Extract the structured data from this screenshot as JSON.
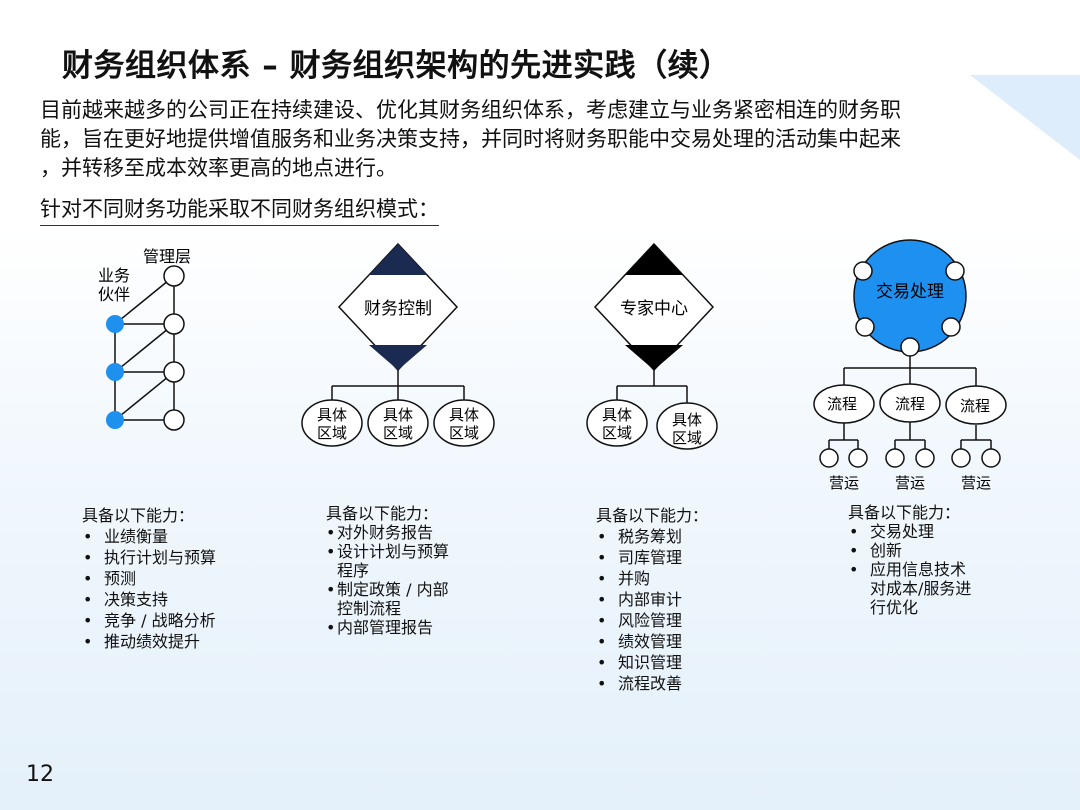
{
  "title": "财务组织体系 – 财务组织架构的先进实践（续）",
  "intro": {
    "line1": "目前越来越多的公司正在持续建设、优化其财务组织体系，考虑建立与业务紧密相连的财务职",
    "line2": "能，旨在更好地提供增值服务和业务决策支持，并同时将财务职能中交易处理的活动集中起来",
    "line3": "，并转移至成本效率更高的地点进行。"
  },
  "subhead": "针对不同财务功能采取不同财务组织模式：",
  "diagram1": {
    "label_management": "管理层",
    "label_business_1": "业务",
    "label_business_2": "伙伴"
  },
  "diagram2": {
    "center": "财务控制",
    "region_1": "具体",
    "region_2": "区域"
  },
  "diagram3": {
    "center": "专家中心",
    "region_1": "具体",
    "region_2": "区域"
  },
  "diagram4": {
    "center": "交易处理",
    "process": "流程",
    "operation": "营运"
  },
  "capabilities": {
    "heading": "具备以下能力：",
    "col1": [
      "业绩衡量",
      "执行计划与预算",
      "预测",
      "决策支持",
      "竞争 / 战略分析",
      "推动绩效提升"
    ],
    "col2": {
      "item1": "对外财务报告",
      "item2_a": "设计计划与预算",
      "item2_b": "程序",
      "item3_a": "制定政策 / 内部",
      "item3_b": "控制流程",
      "item4": "内部管理报告"
    },
    "col3": [
      "税务筹划",
      "司库管理",
      "并购",
      "内部审计",
      "风险管理",
      "绩效管理",
      "知识管理",
      "流程改善"
    ],
    "col4": {
      "item1": "交易处理",
      "item2": "创新",
      "item3_a": "应用信息技术",
      "item3_b": "对成本/服务进",
      "item3_c": "行优化"
    }
  },
  "page_number": "12",
  "colors": {
    "dot_blue": "#1e90f0",
    "center_blue": "#1e90f0",
    "navy": "#1a2a50"
  }
}
